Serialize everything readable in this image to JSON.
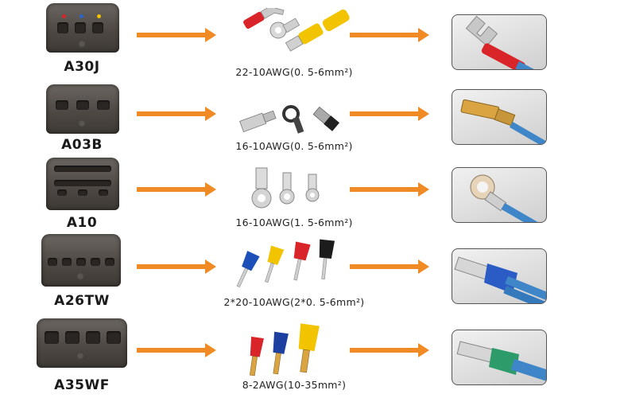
{
  "rows": [
    {
      "model": "A30J",
      "spec": "22-10AWG(0. 5-6mm²)"
    },
    {
      "model": "A03B",
      "spec": "16-10AWG(0. 5-6mm²)"
    },
    {
      "model": "A10",
      "spec": "16-10AWG(1. 5-6mm²)"
    },
    {
      "model": "A26TW",
      "spec": "2*20-10AWG(2*0. 5-6mm²)"
    },
    {
      "model": "A35WF",
      "spec": "8-2AWG(10-35mm²)"
    }
  ],
  "colors": {
    "arrow": "#f08a24",
    "die": "#4e4944",
    "wire_blue": "#3f86c8",
    "terminal_red": "#d9252a",
    "terminal_yellow": "#f2c400",
    "brass": "#d9a441"
  }
}
